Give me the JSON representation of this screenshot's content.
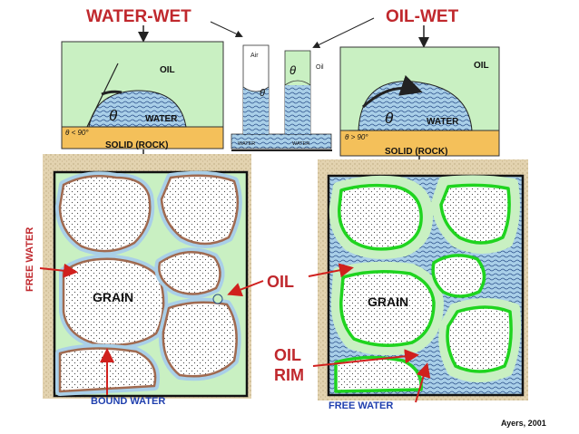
{
  "titles": {
    "water_wet": "WATER-WET",
    "oil_wet": "OIL-WET"
  },
  "contact_angle": {
    "symbol": "θ",
    "water_wet_condition": "θ < 90°",
    "oil_wet_condition": "θ > 90°"
  },
  "phases": {
    "oil": "OIL",
    "water": "WATER",
    "solid": "SOLID (ROCK)",
    "air": "Air",
    "oil_small": "Oil",
    "water_small": "WATER"
  },
  "labels": {
    "free_water_side": "FREE WATER",
    "grain_left": "GRAIN",
    "grain_right": "GRAIN",
    "oil_center": "OIL",
    "oil_rim_1": "OIL",
    "oil_rim_2": "RIM",
    "bound_water": "BOUND WATER",
    "free_water_bottom": "FREE WATER"
  },
  "credit": "Ayers, 2001",
  "colors": {
    "title_red": "#c0282d",
    "label_blue": "#1f3fae",
    "oil_green": "#c9f0c2",
    "solid_orange": "#f4c05a",
    "water_blue": "#a9cfe8",
    "grain_outline_water_wet": "#a06a50",
    "grain_outline_oil_wet": "#1fd41f",
    "rock_tan": "#e6d7b6"
  }
}
